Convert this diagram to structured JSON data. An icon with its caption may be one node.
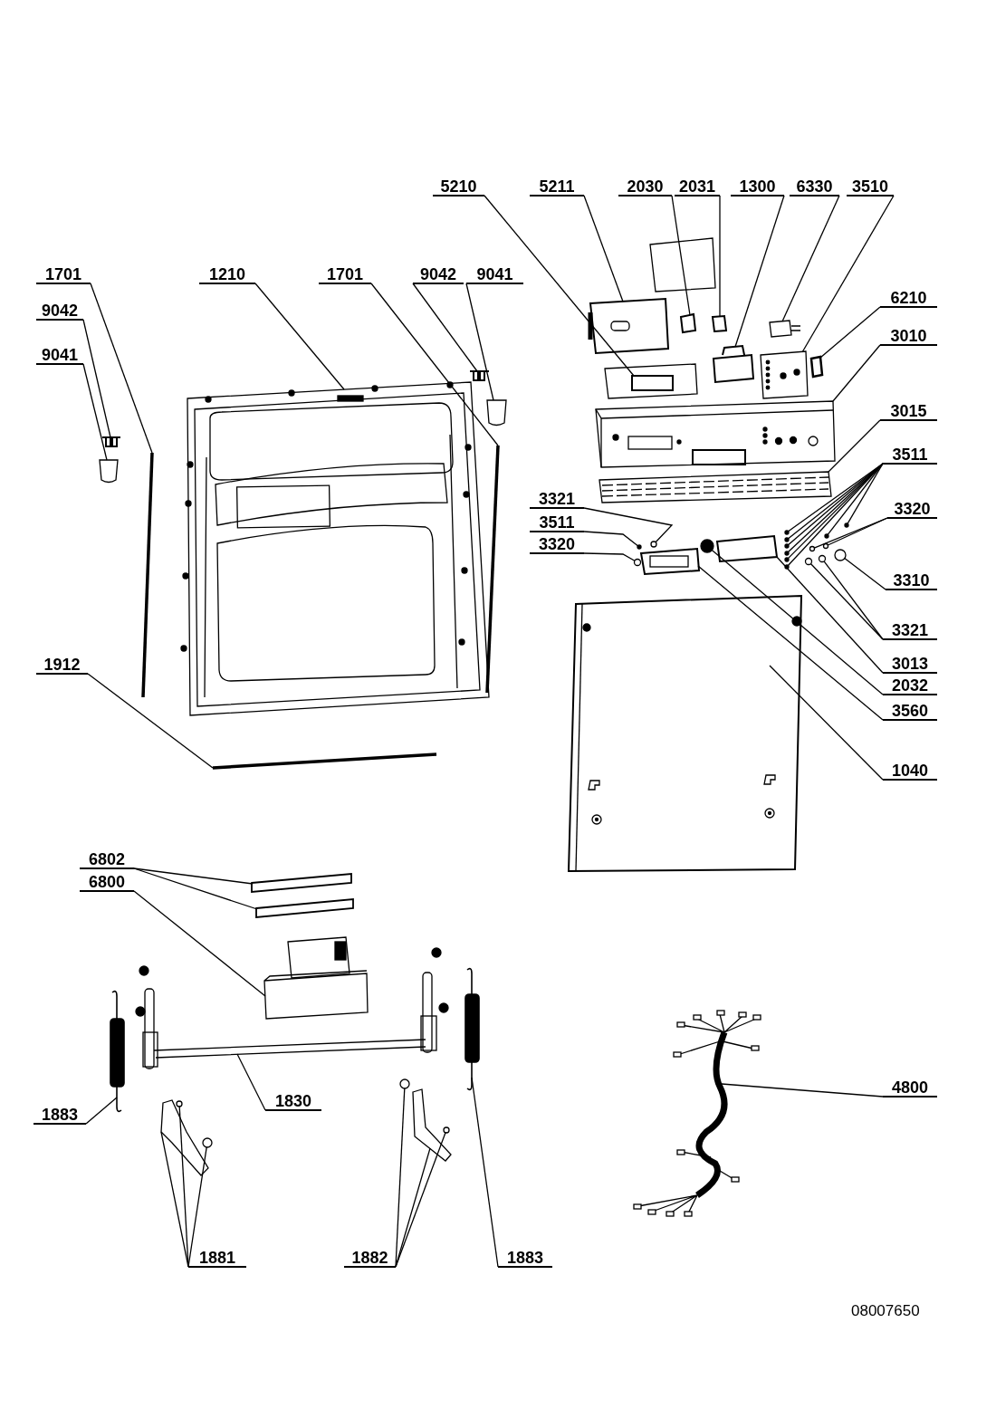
{
  "diagram": {
    "nodes": [
      {
        "text": [
          "5210"
        ]
      },
      {
        "text": [
          "5211"
        ]
      },
      {
        "text": [
          "2030"
        ]
      },
      {
        "text": [
          "2031"
        ]
      },
      {
        "text": [
          "1300"
        ]
      },
      {
        "text": [
          "6330"
        ]
      },
      {
        "text": [
          "3510"
        ]
      },
      {
        "text": [
          "6210"
        ]
      },
      {
        "text": [
          "3010"
        ]
      },
      {
        "text": [
          "3015"
        ]
      },
      {
        "text": [
          "3511"
        ]
      },
      {
        "text": [
          "3320"
        ]
      },
      {
        "text": [
          "3310"
        ]
      },
      {
        "text": [
          "3321"
        ]
      },
      {
        "text": [
          "3013"
        ]
      },
      {
        "text": [
          "2032"
        ]
      },
      {
        "text": [
          "3560"
        ]
      },
      {
        "text": [
          "1040"
        ]
      },
      {
        "text": [
          "3321"
        ]
      },
      {
        "text": [
          "3511"
        ]
      },
      {
        "text": [
          "3320"
        ]
      },
      {
        "text": [
          "1701"
        ]
      },
      {
        "text": [
          "9042"
        ]
      },
      {
        "text": [
          "9041"
        ]
      },
      {
        "text": [
          "1210"
        ]
      },
      {
        "text": [
          "1701"
        ]
      },
      {
        "text": [
          "9042"
        ]
      },
      {
        "text": [
          "9041"
        ]
      },
      {
        "text": [
          "1912"
        ]
      },
      {
        "text": [
          "6802"
        ]
      },
      {
        "text": [
          "6800"
        ]
      },
      {
        "text": [
          "1830"
        ]
      },
      {
        "text": [
          "1883"
        ]
      },
      {
        "text": [
          "1881"
        ]
      },
      {
        "text": [
          "1882"
        ]
      },
      {
        "text": [
          "1883"
        ]
      },
      {
        "text": [
          "4800"
        ]
      },
      {
        "text": [],
        "shape": "box"
      },
      {
        "text": [],
        "shape": "picture"
      },
      {
        "text": [],
        "shape": "box"
      },
      {
        "text": [],
        "shape": "box"
      },
      {
        "text": [],
        "shape": "picture"
      },
      {
        "text": [],
        "shape": "picture"
      },
      {
        "text": [],
        "shape": "picture"
      },
      {
        "text": [],
        "shape": "box"
      },
      {
        "text": [],
        "shape": "picture"
      },
      {
        "text": [],
        "shape": "picture"
      },
      {
        "text": [],
        "shape": "circle"
      },
      {
        "text": [],
        "shape": "circle"
      },
      {
        "text": [],
        "shape": "circle"
      },
      {
        "text": [],
        "shape": "circle"
      },
      {
        "text": [],
        "shape": "circle"
      },
      {
        "text": [],
        "shape": "circle"
      },
      {
        "text": [],
        "shape": "circle"
      },
      {
        "text": [],
        "shape": "circle"
      },
      {
        "text": [],
        "shape": "circle"
      },
      {
        "text": [],
        "shape": "circle"
      },
      {
        "text": [],
        "shape": "circle"
      },
      {
        "text": [],
        "shape": "circle"
      },
      {
        "text": [],
        "shape": "circle"
      },
      {
        "text": [],
        "shape": "box"
      },
      {
        "text": [],
        "shape": "circle"
      },
      {
        "text": [],
        "shape": "picture"
      },
      {
        "text": [],
        "shape": "picture"
      },
      {
        "text": [],
        "shape": "circle"
      },
      {
        "text": [],
        "shape": "circle"
      },
      {
        "text": [],
        "shape": "circle"
      },
      {
        "text": [],
        "shape": "picture"
      },
      {
        "text": [],
        "shape": "picture"
      },
      {
        "text": [],
        "shape": "picture"
      },
      {
        "text": [],
        "shape": "picture"
      },
      {
        "text": [],
        "shape": "picture"
      },
      {
        "text": [],
        "shape": "picture"
      },
      {
        "text": [],
        "shape": "picture"
      },
      {
        "text": [],
        "shape": "picture"
      },
      {
        "text": [],
        "shape": "box"
      },
      {
        "text": [],
        "shape": "box"
      },
      {
        "text": [],
        "shape": "picture"
      },
      {
        "text": [],
        "shape": "picture"
      },
      {
        "text": [],
        "shape": "bar"
      },
      {
        "text": [],
        "shape": "picture"
      },
      {
        "text": [],
        "shape": "circle"
      },
      {
        "text": [],
        "shape": "circle"
      },
      {
        "text": [],
        "shape": "circle"
      },
      {
        "text": [],
        "shape": "picture"
      },
      {
        "text": [],
        "shape": "circle"
      },
      {
        "text": [],
        "shape": "bar"
      },
      {
        "text": [],
        "shape": "picture"
      }
    ],
    "edges": [
      {
        "from": 0,
        "to": 37,
        "arrow": "none"
      },
      {
        "from": 1,
        "to": 38,
        "arrow": "none"
      },
      {
        "from": 2,
        "to": 39,
        "arrow": "none"
      },
      {
        "from": 3,
        "to": 40,
        "arrow": "none"
      },
      {
        "from": 4,
        "to": 41,
        "arrow": "none"
      },
      {
        "from": 5,
        "to": 42,
        "arrow": "none"
      },
      {
        "from": 6,
        "to": 43,
        "arrow": "none"
      },
      {
        "from": 7,
        "to": 44,
        "arrow": "none"
      },
      {
        "from": 8,
        "to": 45,
        "arrow": "none"
      },
      {
        "from": 9,
        "to": 46,
        "arrow": "none"
      },
      {
        "from": 10,
        "to": 47,
        "arrow": "none"
      },
      {
        "from": 10,
        "to": 48,
        "arrow": "none"
      },
      {
        "from": 10,
        "to": 49,
        "arrow": "none"
      },
      {
        "from": 10,
        "to": 50,
        "arrow": "none"
      },
      {
        "from": 10,
        "to": 51,
        "arrow": "none"
      },
      {
        "from": 10,
        "to": 52,
        "arrow": "none"
      },
      {
        "from": 10,
        "to": 53,
        "arrow": "none"
      },
      {
        "from": 10,
        "to": 54,
        "arrow": "none"
      },
      {
        "from": 11,
        "to": 55,
        "arrow": "none"
      },
      {
        "from": 11,
        "to": 56,
        "arrow": "none"
      },
      {
        "from": 12,
        "to": 57,
        "arrow": "none"
      },
      {
        "from": 13,
        "to": 58,
        "arrow": "none"
      },
      {
        "from": 13,
        "to": 59,
        "arrow": "none"
      },
      {
        "from": 14,
        "to": 60,
        "arrow": "none"
      },
      {
        "from": 15,
        "to": 61,
        "arrow": "none"
      },
      {
        "from": 16,
        "to": 62,
        "arrow": "none"
      },
      {
        "from": 17,
        "to": 63,
        "arrow": "none"
      },
      {
        "from": 18,
        "to": 64,
        "arrow": "none"
      },
      {
        "from": 19,
        "to": 65,
        "arrow": "none"
      },
      {
        "from": 20,
        "to": 66,
        "arrow": "none"
      },
      {
        "from": 21,
        "to": 67,
        "arrow": "none"
      },
      {
        "from": 22,
        "to": 68,
        "arrow": "none"
      },
      {
        "from": 23,
        "to": 69,
        "arrow": "none"
      },
      {
        "from": 24,
        "to": 70,
        "arrow": "none"
      },
      {
        "from": 25,
        "to": 71,
        "arrow": "none"
      },
      {
        "from": 26,
        "to": 72,
        "arrow": "none"
      },
      {
        "from": 27,
        "to": 73,
        "arrow": "none"
      },
      {
        "from": 28,
        "to": 74,
        "arrow": "none"
      },
      {
        "from": 29,
        "to": 75,
        "arrow": "none"
      },
      {
        "from": 29,
        "to": 76,
        "arrow": "none"
      },
      {
        "from": 30,
        "to": 77,
        "arrow": "none"
      },
      {
        "from": 31,
        "to": 78,
        "arrow": "none"
      },
      {
        "from": 32,
        "to": 79,
        "arrow": "none"
      },
      {
        "from": 33,
        "to": 80,
        "arrow": "none"
      },
      {
        "from": 33,
        "to": 81,
        "arrow": "none"
      },
      {
        "from": 33,
        "to": 82,
        "arrow": "none"
      },
      {
        "from": 34,
        "to": 83,
        "arrow": "none"
      },
      {
        "from": 34,
        "to": 84,
        "arrow": "none"
      },
      {
        "from": 34,
        "to": 85,
        "arrow": "none"
      },
      {
        "from": 35,
        "to": 86,
        "arrow": "none"
      },
      {
        "from": 36,
        "to": 87,
        "arrow": "none"
      }
    ],
    "labels": [
      "08007650"
    ]
  }
}
